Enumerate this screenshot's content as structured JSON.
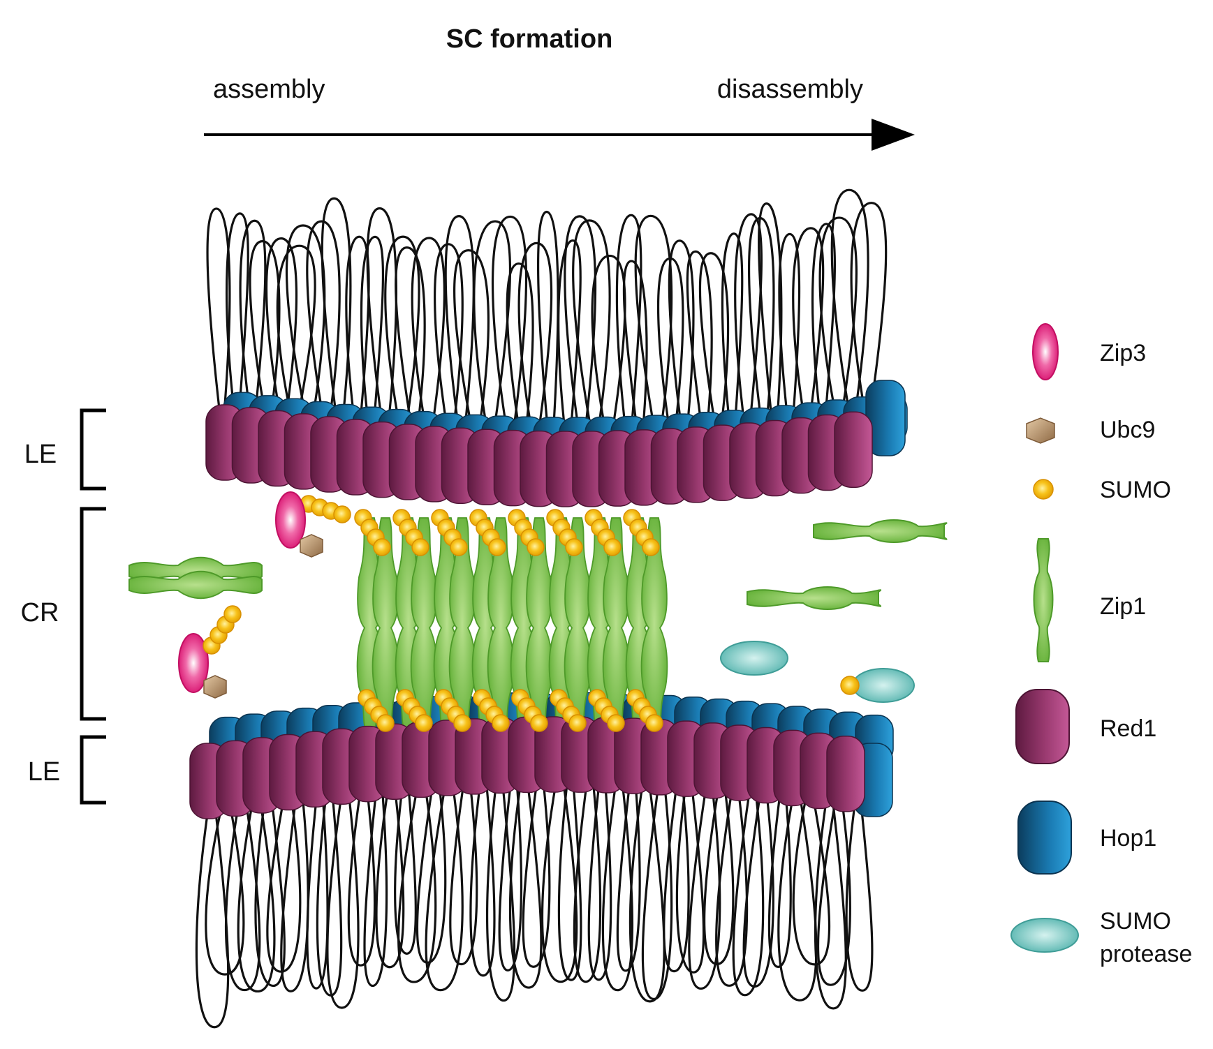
{
  "title": "SC formation",
  "timeline": {
    "start_label": "assembly",
    "end_label": "disassembly"
  },
  "regions": {
    "top_lateral_element": "LE",
    "central_region": "CR",
    "bottom_lateral_element": "LE"
  },
  "legend": {
    "zip3": "Zip3",
    "ubc9": "Ubc9",
    "sumo": "SUMO",
    "zip1": "Zip1",
    "red1": "Red1",
    "hop1": "Hop1",
    "sumo_protease_line1": "SUMO",
    "sumo_protease_line2": "protease"
  },
  "colors": {
    "zip3": "#e0177a",
    "ubc9": "#b9926a",
    "sumo": "#f5b800",
    "zip1": "#7cc24a",
    "red1": "#8e2f63",
    "hop1": "#1f7fb5",
    "sumo_protease": "#5fbcb6",
    "chromatin_loop": "#111111"
  }
}
